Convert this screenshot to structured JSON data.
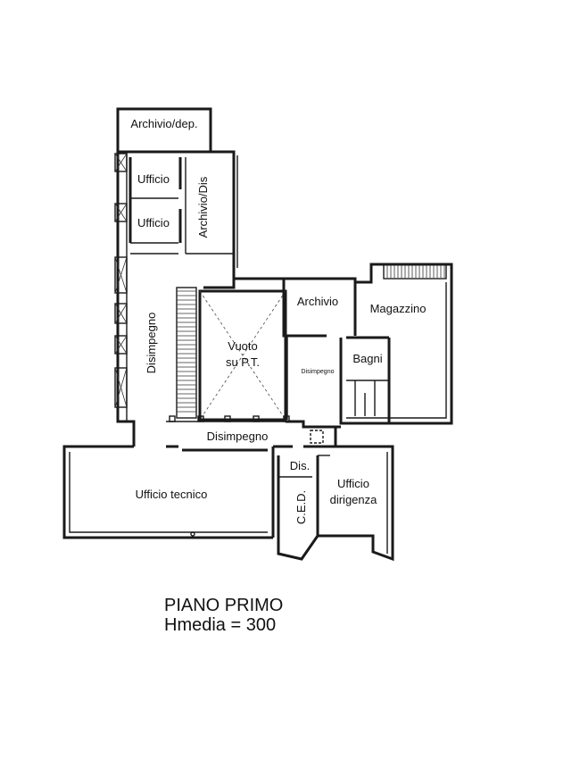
{
  "plan": {
    "rooms": {
      "archivio_dep": "Archivio/dep.",
      "ufficio_1": "Ufficio",
      "ufficio_2": "Ufficio",
      "archivio_dis": "Archivio/Dis",
      "disimpegno_vertical": "Disimpegno",
      "vuoto_line1": "Vuoto",
      "vuoto_line2": "su P.T.",
      "archivio": "Archivio",
      "magazzino": "Magazzino",
      "disimpegno_small": "Disimpegno",
      "bagni": "Bagni",
      "disimpegno_horizontal": "Disimpegno",
      "ufficio_tecnico": "Ufficio tecnico",
      "dis": "Dis.",
      "ced": "C.E.D.",
      "ufficio_dirigenza_line1": "Ufficio",
      "ufficio_dirigenza_line2": "dirigenza"
    },
    "title": "PIANO PRIMO",
    "subtitle": "Hmedia = 300"
  }
}
